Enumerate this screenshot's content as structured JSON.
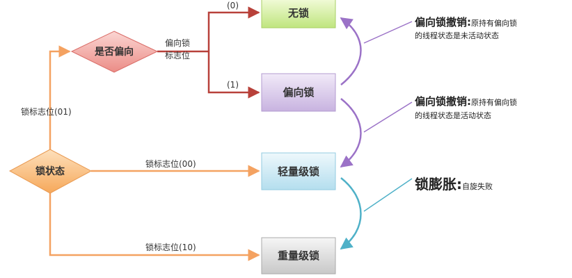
{
  "colors": {
    "orange_line": "#f4a261",
    "red_line": "#b8413a",
    "purple_line": "#9b72c7",
    "teal_line": "#4fb1c8"
  },
  "states": {
    "lock_state": "锁状态",
    "is_biased": "是否偏向",
    "no_lock": "无锁",
    "biased_lock": "偏向锁",
    "lightweight_lock": "轻量级锁",
    "heavyweight_lock": "重量级锁"
  },
  "edge_labels": {
    "flag_01": "锁标志位(01)",
    "flag_00": "锁标志位(00)",
    "flag_10": "锁标志位(10)",
    "bias_flag_line1": "偏向锁",
    "bias_flag_line2": "标志位",
    "bit0": "(0)",
    "bit1": "(1)"
  },
  "notes": {
    "revoke1_bold": "偏向锁撤销:",
    "revoke1_rest": "原持有偏向锁",
    "revoke1_line2": "的线程状态是未活动状态",
    "revoke2_bold": "偏向锁撤销:",
    "revoke2_rest": "原持有偏向锁",
    "revoke2_line2": "的线程状态是活动状态",
    "inflate_bold": "锁膨胀:",
    "inflate_rest": "自旋失败"
  }
}
